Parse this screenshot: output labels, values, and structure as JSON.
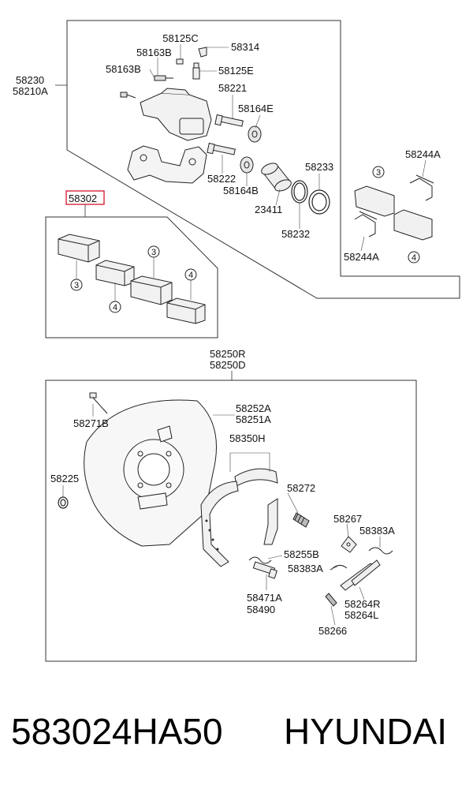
{
  "labels": {
    "l58125C": "58125C",
    "l58314": "58314",
    "l58163B_a": "58163B",
    "l58163B_b": "58163B",
    "l58125E": "58125E",
    "l58221": "58221",
    "l58164E": "58164E",
    "l58230": "58230",
    "l58210A": "58210A",
    "l58222": "58222",
    "l58164B": "58164B",
    "l58233": "58233",
    "l23411": "23411",
    "l58232": "58232",
    "l58244A_top": "58244A",
    "l58244A_bot": "58244A",
    "l58302": "58302",
    "l58250R": "58250R",
    "l58250D": "58250D",
    "l58271B": "58271B",
    "l58252A": "58252A",
    "l58251A": "58251A",
    "l58350H": "58350H",
    "l58225": "58225",
    "l58272": "58272",
    "l58267": "58267",
    "l58383A_a": "58383A",
    "l58255B": "58255B",
    "l58383A_b": "58383A",
    "l58471A": "58471A",
    "l58490": "58490",
    "l58264R": "58264R",
    "l58264L": "58264L",
    "l58266": "58266"
  },
  "callouts": {
    "c3": "3",
    "c4": "4"
  },
  "caption": {
    "part_number": "583024HA50",
    "brand": "HYUNDAI"
  },
  "colors": {
    "highlight": "#d0021b",
    "line": "#222222"
  }
}
